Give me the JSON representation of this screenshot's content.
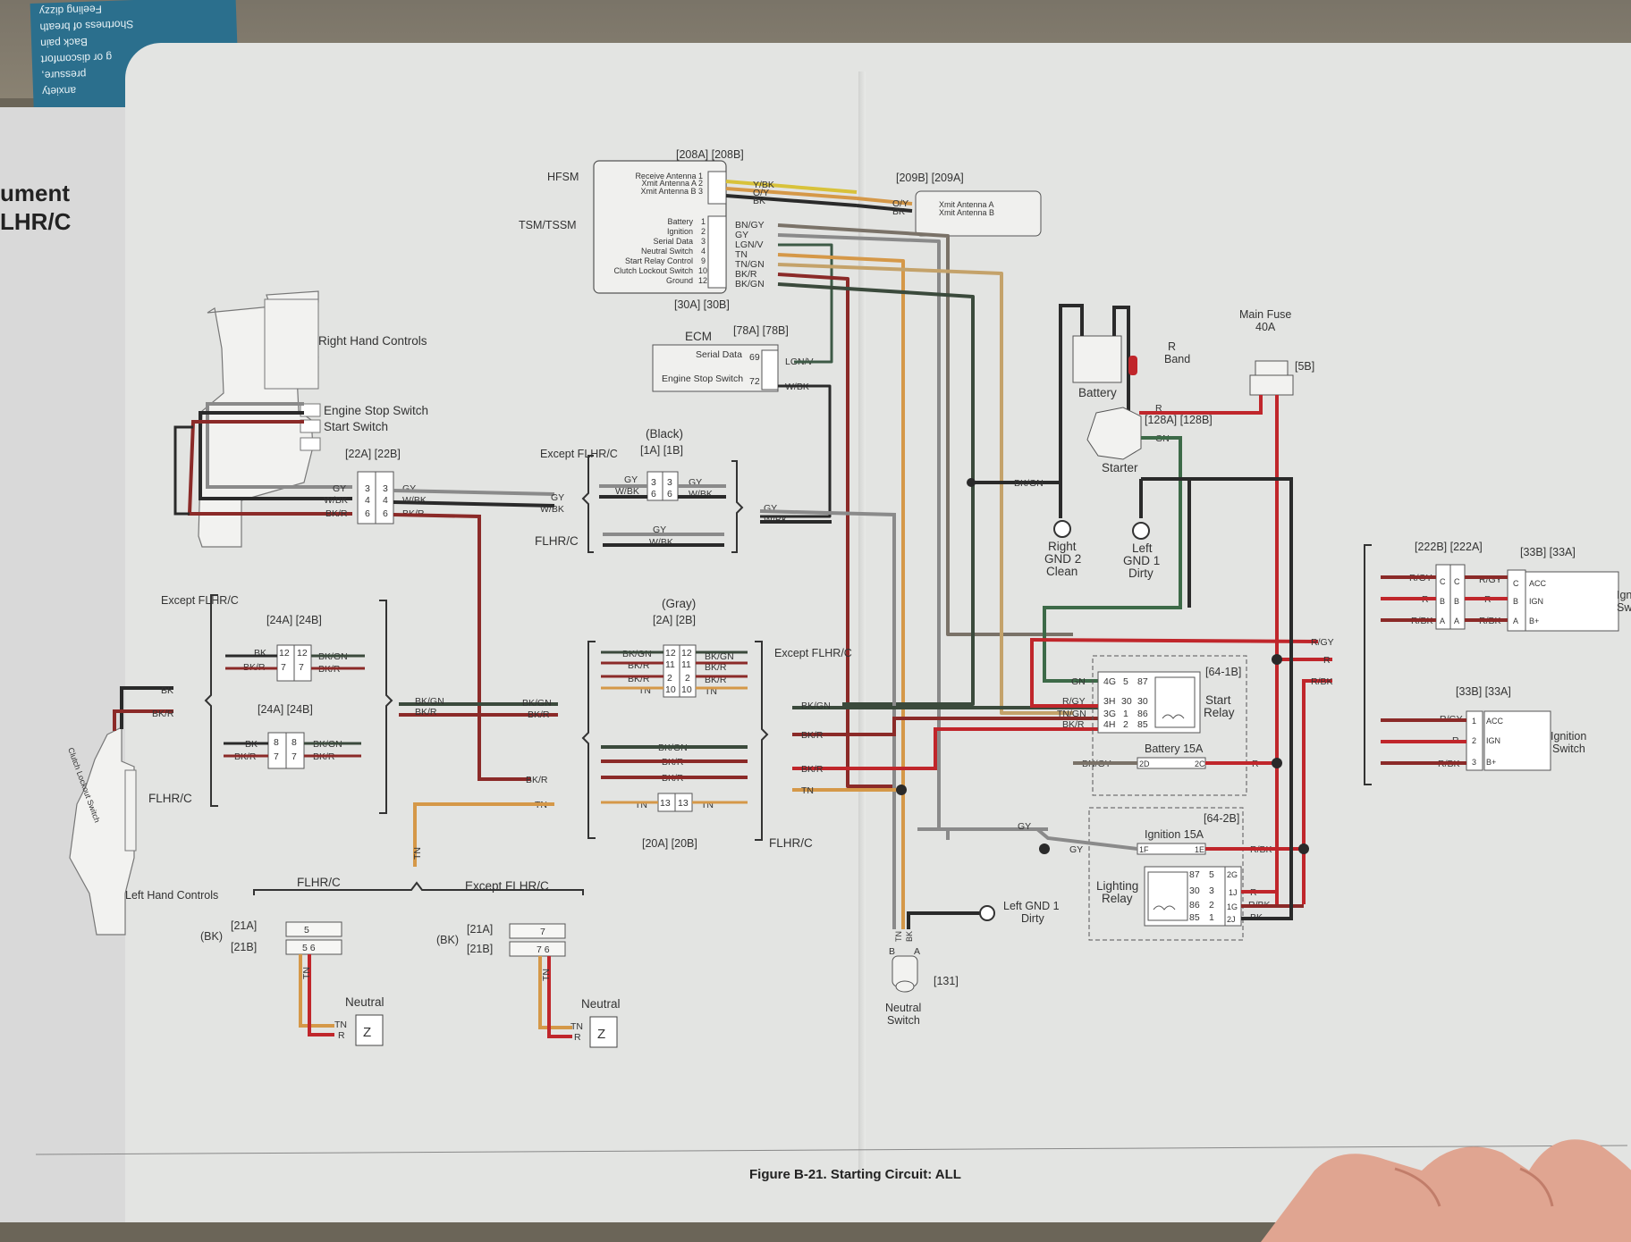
{
  "left_page": {
    "title_lines": [
      "ument",
      "LHR/C"
    ]
  },
  "card": {
    "lines": [
      "Feeling dizzy",
      "Shortness of breath",
      "Back pain",
      "g or discomfort",
      "pressure,",
      "anxiety"
    ]
  },
  "caption": "Figure B-21. Starting Circuit: ALL",
  "colors": {
    "black": "#2a2a2a",
    "red": "#c0262b",
    "tan": "#d59848",
    "gray": "#8a8a8a",
    "green": "#3d6a48",
    "wire_dark": "#4a3a34",
    "paper": "#e3e4e2"
  },
  "labels": {
    "hfsm": "HFSM",
    "tsm": "TSM/TSSM",
    "c208": "[208A] [208B]",
    "c209": "[209B] [209A]",
    "c30": "[30A] [30B]",
    "hfsm_pins": [
      "Receive Antenna 1",
      "Xmit Antenna A 2",
      "Xmit Antenna B 3"
    ],
    "hfsm_wires": [
      "Y/BK",
      "O/Y",
      "BK"
    ],
    "c209_pins": [
      "Xmit Antenna A",
      "Xmit Antenna B"
    ],
    "c209_wires": [
      "O/Y",
      "BK"
    ],
    "tsm_pins": [
      "Battery",
      "Ignition",
      "Serial Data",
      "Neutral Switch",
      "Start Relay Control",
      "Clutch Lockout Switch",
      "Ground"
    ],
    "tsm_nums": [
      "1",
      "2",
      "3",
      "4",
      "9",
      "10",
      "12"
    ],
    "tsm_wires": [
      "BN/GY",
      "GY",
      "LGN/V",
      "TN",
      "TN/GN",
      "BK/R",
      "BK/GN"
    ],
    "ecm": "ECM",
    "c78": "[78A] [78B]",
    "ecm_pins": [
      "Serial Data",
      "Engine Stop Switch"
    ],
    "ecm_nums": [
      "69",
      "72"
    ],
    "ecm_wires": [
      "LGN/V",
      "W/BK"
    ],
    "right_hand": "Right Hand Controls",
    "engine_stop": "Engine Stop Switch",
    "start_switch": "Start Switch",
    "c22": "[22A] [22B]",
    "c22_nums": [
      "3",
      "4",
      "6"
    ],
    "c22_wires": [
      "GY",
      "W/BK",
      "BK/R"
    ],
    "black": "(Black)",
    "c1": "[1A] [1B]",
    "except_flhrc": "Except FLHR/C",
    "flhrc": "FLHR/C",
    "c1_wires": [
      "GY",
      "W/BK"
    ],
    "c1_nums": [
      "3",
      "6"
    ],
    "c24": "[24A] [24B]",
    "c24_top_wires": [
      "BK",
      "BK/R"
    ],
    "c24_top_wires_r": [
      "BK/GN",
      "BK/R"
    ],
    "c24_top_nums": [
      "12",
      "7"
    ],
    "c24_bot_nums": [
      "8",
      "7"
    ],
    "gray_conn": "(Gray)",
    "c2": "[2A] [2B]",
    "c2_wires_l": [
      "BK/GN",
      "BK/R",
      "BK/R",
      "TN"
    ],
    "c2_wires_r": [
      "BK/GN",
      "BK/R",
      "BK/R",
      "TN"
    ],
    "c2_nums": [
      "12",
      "11",
      "2",
      "10"
    ],
    "c20": "[20A] [20B]",
    "c20_wires": [
      "BK/GN",
      "BK/R",
      "BK/R",
      "TN"
    ],
    "c20_num": "13",
    "mid_wires": [
      "BK/GN",
      "BK/R",
      "BK/R",
      "TN"
    ],
    "clutch_wires": [
      "BK",
      "BK/R"
    ],
    "clutch_lbl": "Clutch Lockout Switch",
    "left_hand": "Left Hand Controls",
    "flhrc_bus": "FLHR/C",
    "except_bus": "Except FLHR/C",
    "tn": "TN",
    "c21": "[21A]",
    "c21b": "[21B]",
    "bk": "(BK)",
    "c21_nums_a": [
      "5",
      "5 6"
    ],
    "c21_nums_b": [
      "7",
      "7 6"
    ],
    "neutral": "Neutral",
    "tn_r": [
      "TN",
      "R"
    ],
    "battery": "Battery",
    "red_band": "Red Band",
    "main_fuse": "Main Fuse 40A",
    "c5b": "[5B]",
    "starter": "Starter",
    "c128": "[128A] [128B]",
    "gn": "GN",
    "r": "R",
    "bkgn": "BK/GN",
    "right_gnd2": "Right GND 2 Clean",
    "left_gnd1": "Left GND 1 Dirty",
    "c222": "[222B] [222A]",
    "c33": "[33B] [33A]",
    "ign_switch": "Ignition Switch",
    "ign_wires": [
      "R/GY",
      "R",
      "R/BK"
    ],
    "ign_pins": [
      "C",
      "B",
      "A"
    ],
    "ign_pins2": [
      "ACC",
      "IGN",
      "B+"
    ],
    "ign_nums": [
      "1",
      "2",
      "3"
    ],
    "c64b1": "[64-1B]",
    "start_relay": "Start Relay",
    "sr_wires": [
      "GN",
      "R/GY",
      "TN/GN",
      "BK/R"
    ],
    "sr_pins": [
      "4G",
      "3H",
      "3G",
      "4H"
    ],
    "sr_nums": [
      "5",
      "30",
      "1",
      "2"
    ],
    "sr_nums2": [
      "87",
      "30",
      "86",
      "85"
    ],
    "battery_fuse": "Battery 15A",
    "bngy": "BN/GY",
    "c2d": "2D",
    "c2c": "2C",
    "c64b2": "[64-2B]",
    "ign_fuse": "Ignition 15A",
    "c1f": "1F",
    "c1e": "1E",
    "gy": "GY",
    "rbk": "R/BK",
    "lighting_relay": "Lighting Relay",
    "lr_nums": [
      "87",
      "30",
      "86",
      "85"
    ],
    "lr_nums2": [
      "5",
      "3",
      "2",
      "1"
    ],
    "lr_pins": [
      "2G",
      "1J",
      "1G",
      "2J"
    ],
    "lr_wires": [
      "R",
      "R/BK",
      "BK"
    ],
    "left_gnd1b": "Left GND 1 Dirty",
    "neutral_switch": "Neutral Switch",
    "c131": "[131]",
    "ns_wires": [
      "TN",
      "BK"
    ],
    "ns_pins": [
      "B",
      "A"
    ],
    "wires_mid_right": [
      "BK/GN",
      "BK/R",
      "BK/R",
      "TN"
    ]
  }
}
